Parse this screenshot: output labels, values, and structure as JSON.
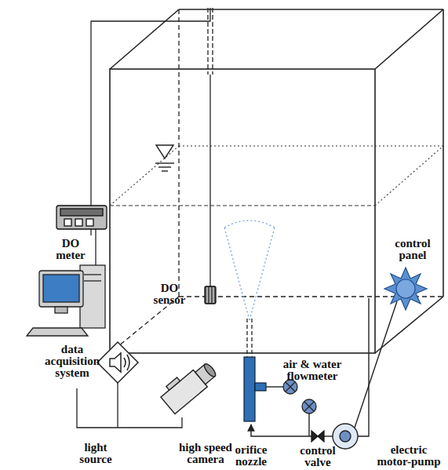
{
  "diagram": {
    "labels": [
      "DO meter",
      "DO sensor",
      "data acquisition system",
      "control panel",
      "air & water flowmeter",
      "light source",
      "high speed camera",
      "orifice nozzle",
      "control valve",
      "electric motor-pump"
    ]
  }
}
